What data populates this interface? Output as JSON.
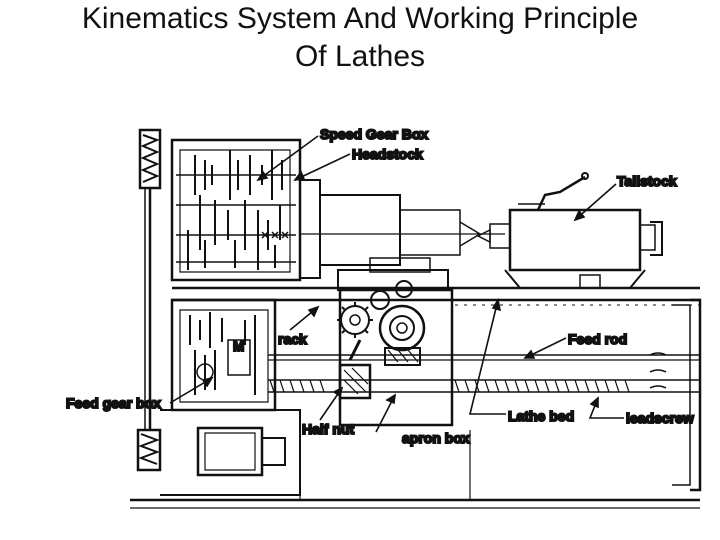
{
  "title": {
    "line1": "Kinematics System And Working Principle",
    "line2": "Of Lathes"
  },
  "labels": {
    "speed_gear_box": "Speed Gear Box",
    "headstock": "Headstock",
    "tailstock": "Tailstock",
    "rack": "rack",
    "feed_rod": "Feed rod",
    "feed_gear_box": "Feed gear box",
    "half_nut": "Half nut",
    "apron_box": "apron box",
    "lathe_bed": "Lathe bed",
    "leadscrew": "leadscrew",
    "motor_symbol": "M"
  }
}
